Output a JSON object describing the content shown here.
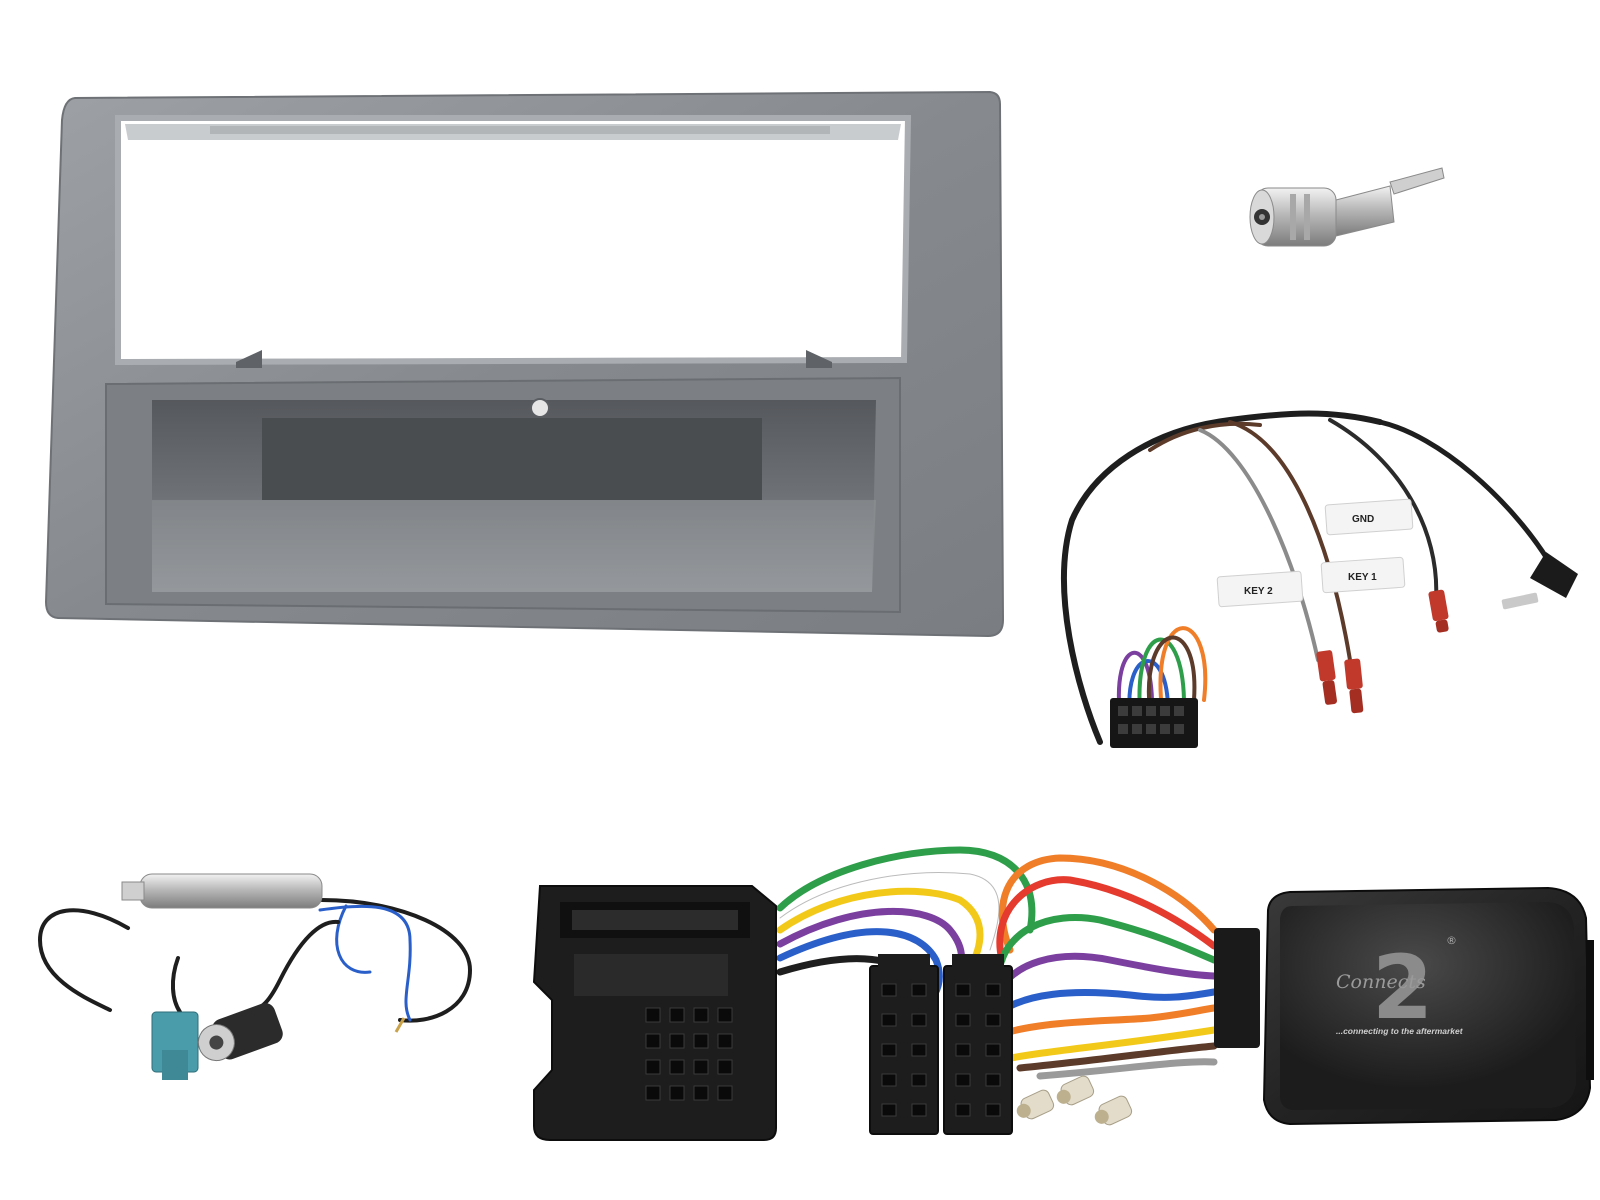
{
  "product_parts": [
    {
      "name": "Single DIN fascia panel with pocket",
      "color": "#8f9397"
    },
    {
      "name": "ISO antenna adapter",
      "color": "#c8c8c8"
    },
    {
      "name": "Steering control patch lead",
      "labels": {
        "gnd": "GND",
        "key1": "KEY 1",
        "key2": "KEY 2"
      }
    },
    {
      "name": "Fakra antenna adapter",
      "color": "#4b9caa"
    },
    {
      "name": "Quadlock to ISO harness with steering interface"
    }
  ],
  "patch_lead_labels": {
    "gnd": "GND",
    "key1": "KEY 1",
    "key2": "KEY 2"
  },
  "interface_box": {
    "logo_number": "2",
    "logo_text": "Connects",
    "registered_mark": "®",
    "tagline": "...connecting to the aftermarket"
  },
  "colors": {
    "fascia": "#8f9397",
    "fakra": "#4b9caa",
    "red_connector": "#c0392b",
    "interface_body": "#2a2a2a",
    "wire_green": "#2e9e4a",
    "wire_purple": "#7b3fa0",
    "wire_orange": "#f07d28",
    "wire_yellow": "#f2c919",
    "wire_blue": "#2a5fc9"
  }
}
